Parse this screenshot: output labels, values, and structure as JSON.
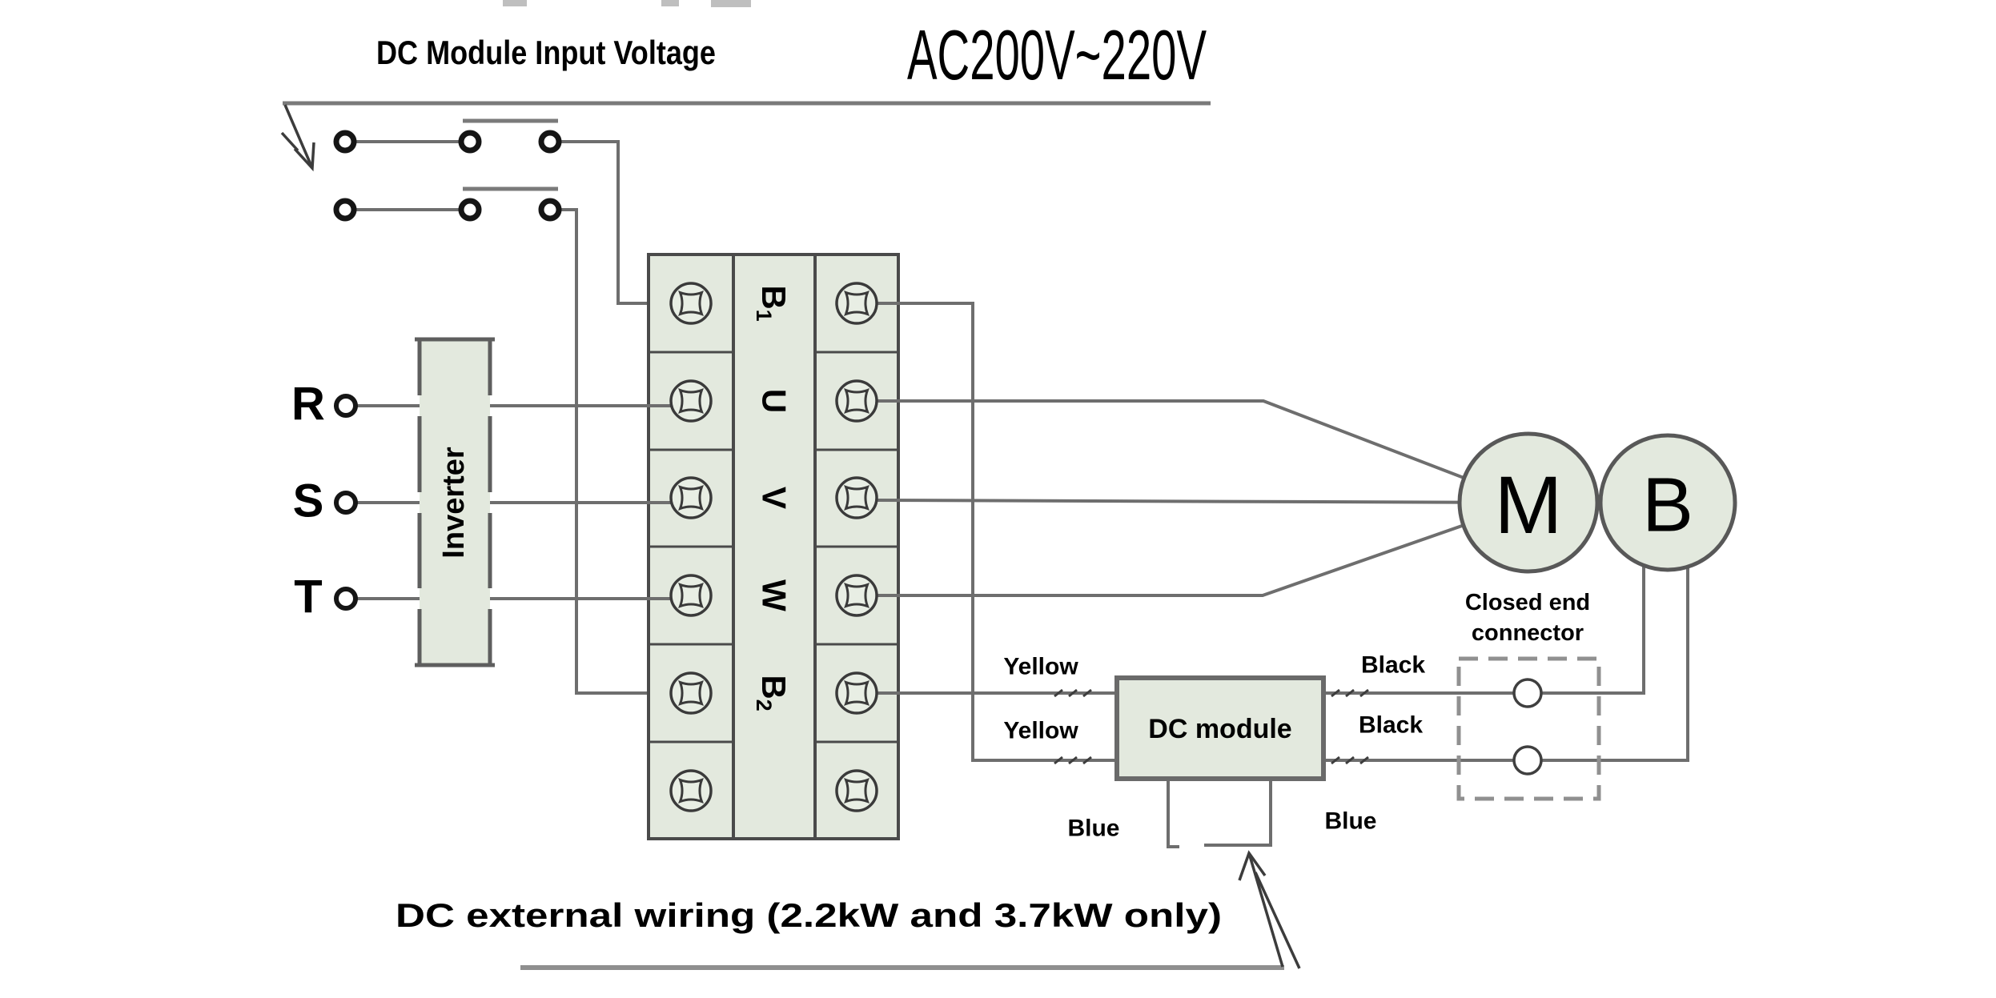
{
  "title": "DC Module Input Voltage",
  "voltage_label": "AC200V~220V",
  "inverter": {
    "label": "Inverter"
  },
  "phases": {
    "r": "R",
    "s": "S",
    "t": "T"
  },
  "terminal_block": {
    "b1": {
      "main": "B",
      "sub": "1"
    },
    "u": "U",
    "v": "V",
    "w": "W",
    "b2": {
      "main": "B",
      "sub": "2"
    }
  },
  "motor": {
    "label": "M"
  },
  "brake": {
    "label": "B"
  },
  "dc_module": {
    "label": "DC module"
  },
  "closed_end_connector": {
    "line1": "Closed end",
    "line2": "connector"
  },
  "wire_labels": {
    "yellow_top": "Yellow",
    "yellow_bottom": "Yellow",
    "black_top": "Black",
    "black_bottom": "Black",
    "blue_left": "Blue",
    "blue_right": "Blue"
  },
  "caption": "DC external wiring (2.2kW and 3.7kW only)",
  "colors": {
    "component_fill": "#e3e9de",
    "component_border": "#4a4a4a",
    "wire": "#6e6e6e",
    "dashed_box": "#909090",
    "text": "#000000",
    "background": "#ffffff"
  }
}
